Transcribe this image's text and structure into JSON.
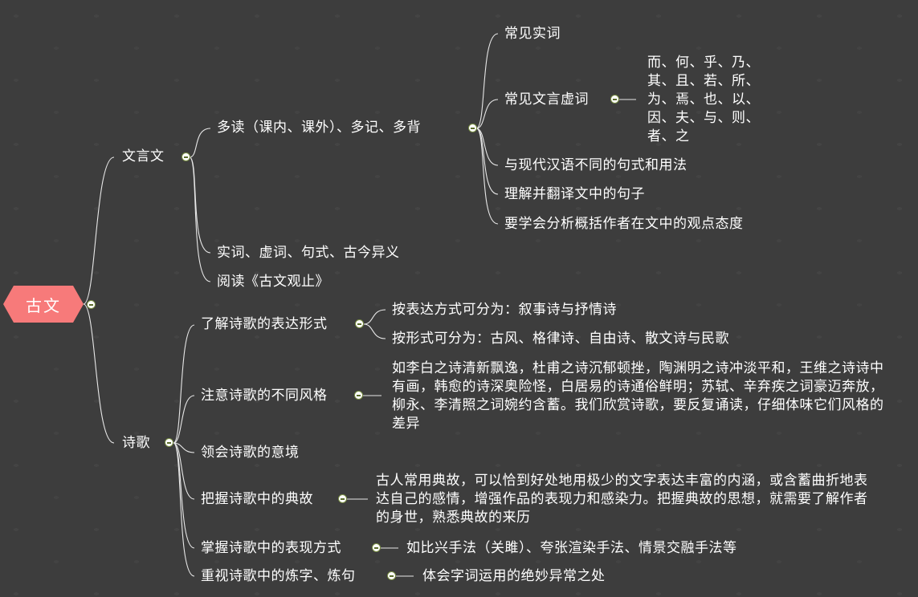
{
  "root": {
    "label": "古文"
  },
  "wenyan": {
    "label": "文言文",
    "duodu": {
      "label": "多读（课内、课外）、多记、多背",
      "items": [
        "常见实词",
        "常见文言虚词",
        "与现代汉语不同的句式和用法",
        "理解并翻译文中的句子",
        "要学会分析概括作者在文中的观点态度"
      ],
      "xuci_list": "而、何、乎、乃、其、且、若、所、为、焉、也、以、因、夫、与、则、者、之"
    },
    "shici": "实词、虚词、句式、古今异义",
    "yuedu": "阅读《古文观止》"
  },
  "shige": {
    "label": "诗歌",
    "items": [
      {
        "label": "了解诗歌的表达形式",
        "children": [
          "按表达方式可分为：叙事诗与抒情诗",
          "按形式可分为：古风、格律诗、自由诗、散文诗与民歌"
        ]
      },
      {
        "label": "注意诗歌的不同风格",
        "detail": "如李白之诗清新飘逸，杜甫之诗沉郁顿挫，陶渊明之诗冲淡平和，王维之诗诗中有画，韩愈的诗深奥险怪，白居易的诗通俗鲜明；苏轼、辛弃疾之词豪迈奔放，柳永、李清照之词婉约含蓄。我们欣赏诗歌，要反复诵读，仔细体味它们风格的差异"
      },
      {
        "label": "领会诗歌的意境"
      },
      {
        "label": "把握诗歌中的典故",
        "detail": "古人常用典故，可以恰到好处地用极少的文字表达丰富的内涵，或含蓄曲折地表达自己的感情，增强作品的表现力和感染力。把握典故的思想，就需要了解作者的身世，熟悉典故的来历"
      },
      {
        "label": "掌握诗歌中的表现方式",
        "detail": "如比兴手法（关雎）、夸张渲染手法、情景交融手法等"
      },
      {
        "label": "重视诗歌中的炼字、炼句",
        "detail": "体会字词运用的绝妙异常之处"
      }
    ]
  },
  "colors": {
    "background": "#3d3d3d",
    "root_fill": "#f77a7a",
    "line": "#e8e8e8",
    "toggle_border": "#7a8f44"
  }
}
